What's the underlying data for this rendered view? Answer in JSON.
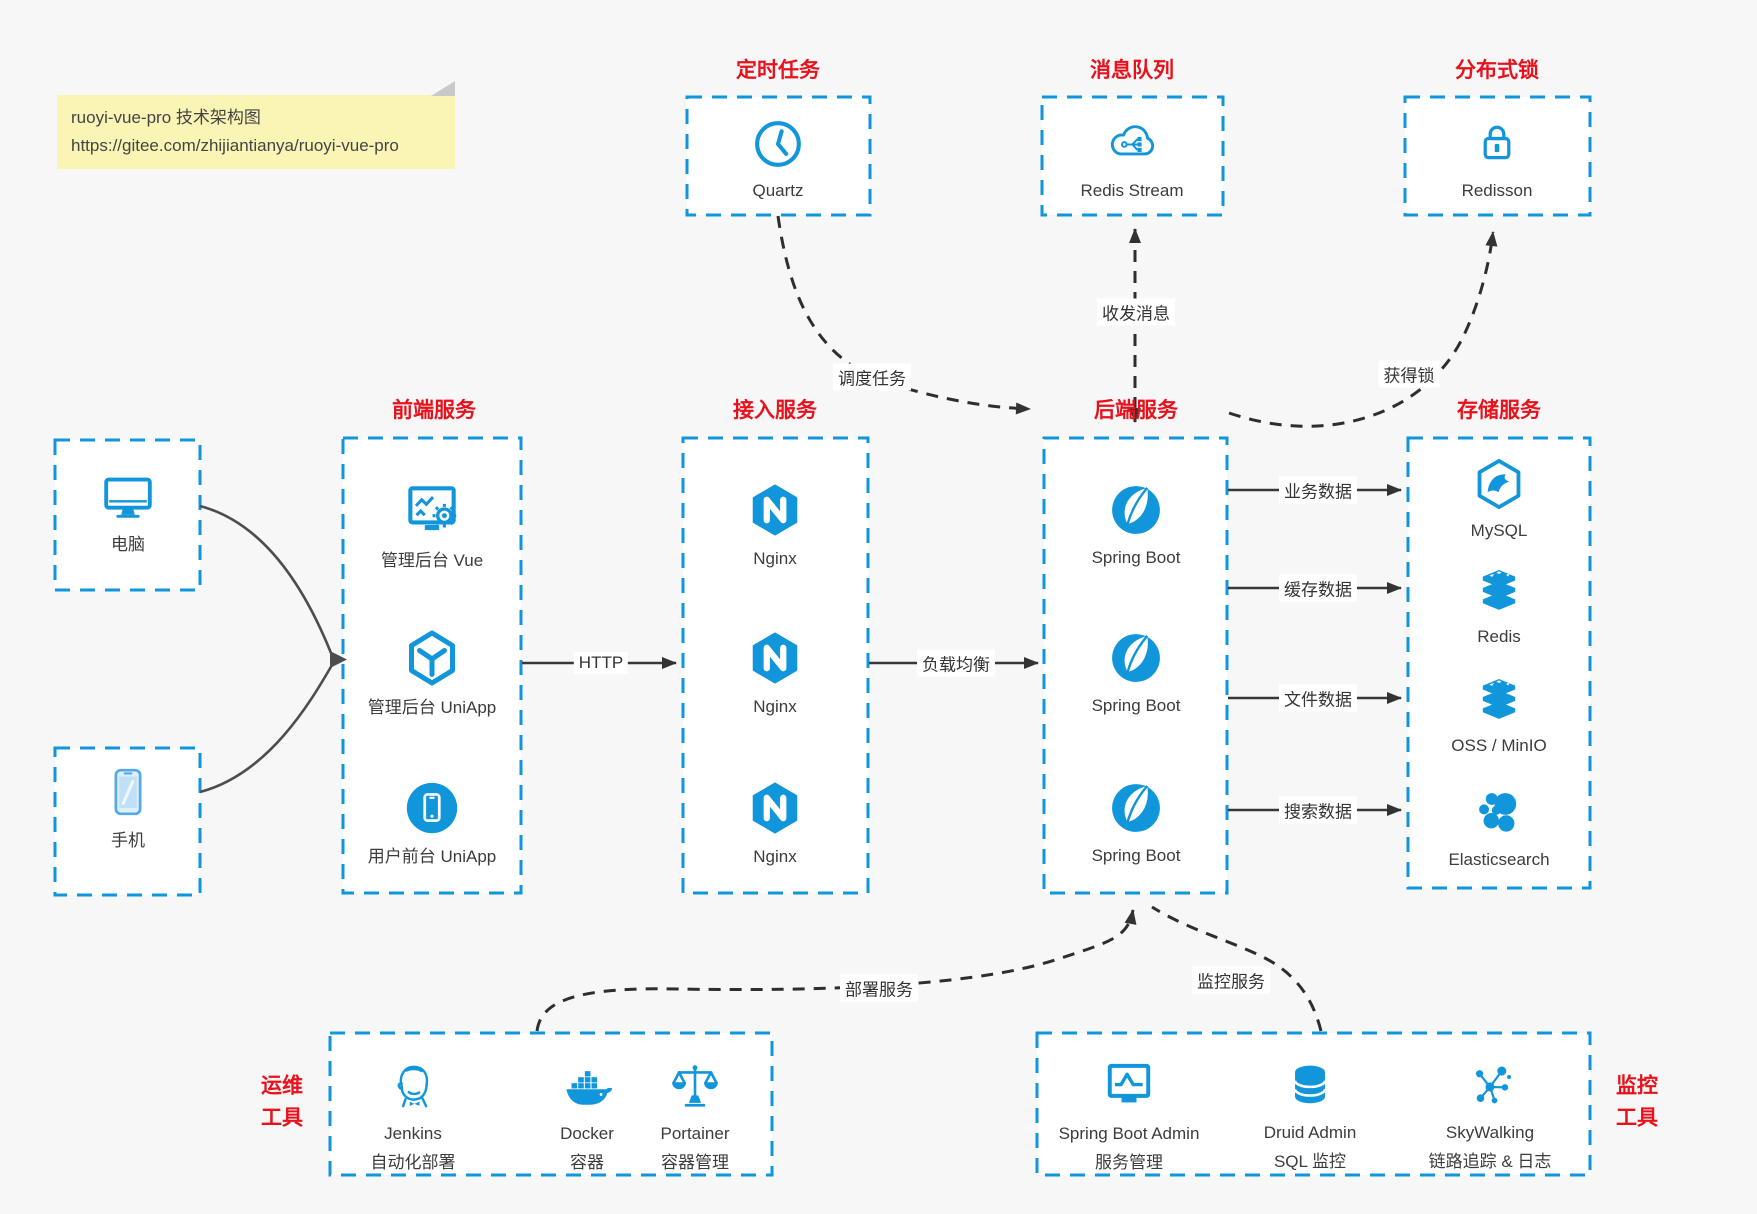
{
  "note": {
    "line1": "ruoyi-vue-pro 技术架构图",
    "line2": "https://gitee.com/zhijiantianya/ruoyi-vue-pro"
  },
  "colors": {
    "accent": "#1296db",
    "title_red": "#e8121d",
    "page_bg": "#f7f7f8",
    "note_bg": "#faf4b5"
  },
  "groups": {
    "scheduled_job": {
      "title": "定时任务",
      "item": {
        "label": "Quartz"
      }
    },
    "message_queue": {
      "title": "消息队列",
      "item": {
        "label": "Redis Stream"
      }
    },
    "distributed_lock": {
      "title": "分布式锁",
      "item": {
        "label": "Redisson"
      }
    },
    "clients": {
      "pc": {
        "label": "电脑"
      },
      "mobile": {
        "label": "手机"
      }
    },
    "frontend": {
      "title": "前端服务",
      "items": [
        {
          "label": "管理后台 Vue"
        },
        {
          "label": "管理后台 UniApp"
        },
        {
          "label": "用户前台 UniApp"
        }
      ]
    },
    "gateway": {
      "title": "接入服务",
      "items": [
        {
          "label": "Nginx"
        },
        {
          "label": "Nginx"
        },
        {
          "label": "Nginx"
        }
      ]
    },
    "backend": {
      "title": "后端服务",
      "items": [
        {
          "label": "Spring Boot"
        },
        {
          "label": "Spring Boot"
        },
        {
          "label": "Spring Boot"
        }
      ]
    },
    "storage": {
      "title": "存储服务",
      "items": [
        {
          "label": "MySQL"
        },
        {
          "label": "Redis"
        },
        {
          "label": "OSS / MinIO"
        },
        {
          "label": "Elasticsearch"
        }
      ]
    },
    "devops": {
      "title_line1": "运维",
      "title_line2": "工具",
      "items": [
        {
          "label": "Jenkins",
          "sublabel": "自动化部署"
        },
        {
          "label": "Docker",
          "sublabel": "容器"
        },
        {
          "label": "Portainer",
          "sublabel": "容器管理"
        }
      ]
    },
    "monitoring": {
      "title_line1": "监控",
      "title_line2": "工具",
      "items": [
        {
          "label": "Spring Boot Admin",
          "sublabel": "服务管理"
        },
        {
          "label": "Druid Admin",
          "sublabel": "SQL 监控"
        },
        {
          "label": "SkyWalking",
          "sublabel": "链路追踪 & 日志"
        }
      ]
    }
  },
  "edges": {
    "http": "HTTP",
    "load_balance": "负载均衡",
    "schedule_task": "调度任务",
    "send_receive_message": "收发消息",
    "acquire_lock": "获得锁",
    "business_data": "业务数据",
    "cache_data": "缓存数据",
    "file_data": "文件数据",
    "search_data": "搜索数据",
    "deploy_service": "部署服务",
    "monitor_service": "监控服务"
  }
}
